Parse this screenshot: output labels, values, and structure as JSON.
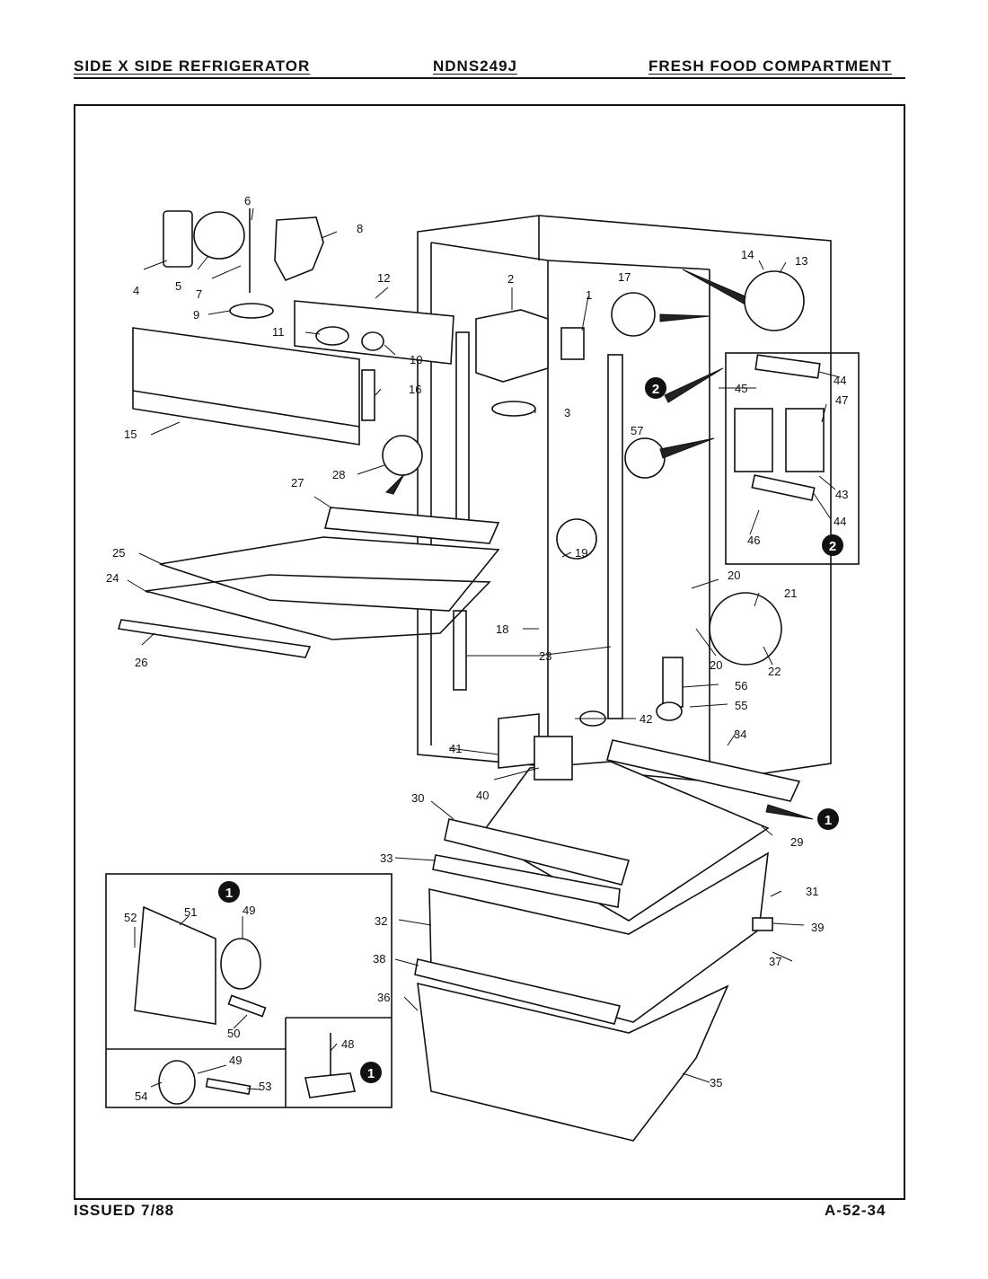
{
  "header": {
    "left": "SIDE X SIDE REFRIGERATOR",
    "model": "NDNS249J",
    "right": "FRESH FOOD COMPARTMENT"
  },
  "footer": {
    "issued": "ISSUED 7/88",
    "code": "A-52-34"
  },
  "callouts": [
    "1",
    "2",
    "3",
    "4",
    "5",
    "6",
    "7",
    "8",
    "9",
    "10",
    "11",
    "12",
    "13",
    "14",
    "15",
    "16",
    "17",
    "18",
    "19",
    "20",
    "20",
    "21",
    "22",
    "23",
    "24",
    "25",
    "26",
    "27",
    "28",
    "29",
    "30",
    "31",
    "32",
    "33",
    "34",
    "35",
    "36",
    "37",
    "38",
    "39",
    "40",
    "41",
    "42",
    "43",
    "44",
    "44",
    "45",
    "46",
    "47",
    "48",
    "49",
    "49",
    "50",
    "51",
    "52",
    "53",
    "54",
    "55",
    "56",
    "57"
  ],
  "badges": [
    "2",
    "2",
    "1",
    "1",
    "1"
  ]
}
